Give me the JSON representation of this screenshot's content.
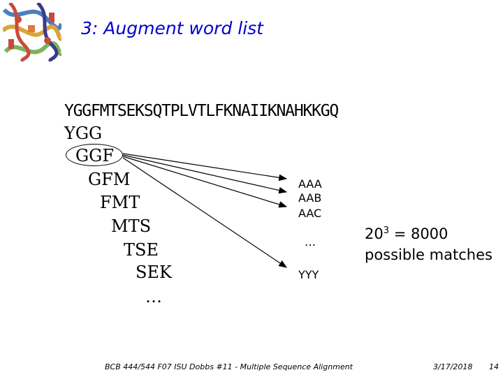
{
  "slide": {
    "title": "3: Augment word list",
    "full_sequence": "YGGFMTSEKSQTPLVTLFKNAIIKNAHKKGQ",
    "words": [
      "YGG",
      "GGF",
      "GFM",
      "FMT",
      "MTS",
      "TSE",
      "SEK"
    ],
    "words_ellipsis": "…",
    "list_items": [
      "AAA",
      "AAB",
      "AAC"
    ],
    "list_ellipsis": "…",
    "list_last": "YYY",
    "matches_base": "20",
    "matches_exp": "3",
    "matches_rest": " = 8000",
    "matches_line2": "possible matches"
  },
  "footer": {
    "course": "BCB 444/544 F07 ISU Dobbs #11 - Multiple Sequence Alignment",
    "date": "3/17/2018",
    "page": "14"
  },
  "colors": {
    "title": "#0000cc",
    "text": "#000000"
  }
}
